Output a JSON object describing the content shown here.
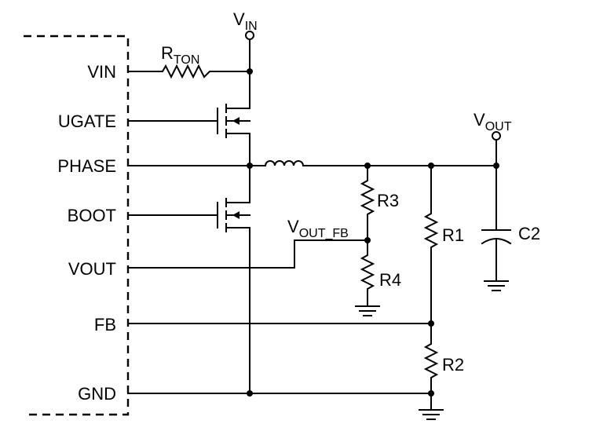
{
  "pins": [
    {
      "id": "vin",
      "label": "VIN"
    },
    {
      "id": "ugate",
      "label": "UGATE"
    },
    {
      "id": "phase",
      "label": "PHASE"
    },
    {
      "id": "boot",
      "label": "BOOT"
    },
    {
      "id": "vout",
      "label": "VOUT"
    },
    {
      "id": "fb",
      "label": "FB"
    },
    {
      "id": "gnd",
      "label": "GND"
    }
  ],
  "nodes": {
    "vin_main": "V",
    "vin_sub": "IN",
    "vout_main": "V",
    "vout_sub": "OUT",
    "voutfb_main": "V",
    "voutfb_sub": "OUT_FB"
  },
  "components": {
    "rton_main": "R",
    "rton_sub": "TON",
    "r1": "R1",
    "r2": "R2",
    "r3": "R3",
    "r4": "R4",
    "c2": "C2"
  }
}
